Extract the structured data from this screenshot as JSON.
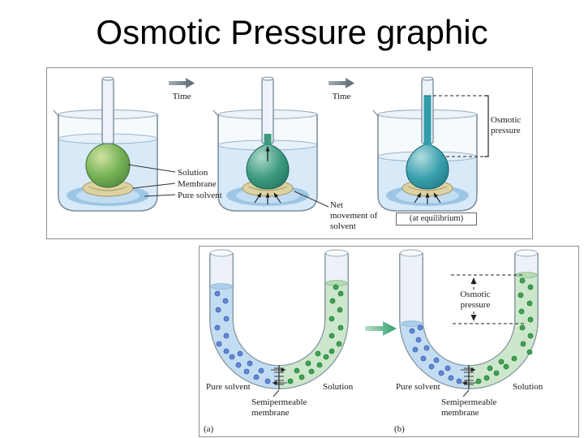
{
  "title": "Osmotic Pressure graphic",
  "top_panel": {
    "time_label_1": "Time",
    "time_label_2": "Time",
    "solution_label": "Solution",
    "membrane_label": "Membrane",
    "pure_solvent_label": "Pure solvent",
    "net_movement_label": "Net movement of solvent",
    "osmotic_pressure_label": "Osmotic pressure",
    "equilibrium_label": "(at equilibrium)"
  },
  "bottom_panel": {
    "tube_a": {
      "pure_solvent_label": "Pure solvent",
      "solution_label": "Solution",
      "membrane_label": "Semipermeable membrane",
      "caption": "(a)"
    },
    "tube_b": {
      "pure_solvent_label": "Pure solvent",
      "solution_label": "Solution",
      "membrane_label": "Semipermeable membrane",
      "osmotic_pressure_label": "Osmotic pressure",
      "caption": "(b)"
    }
  },
  "colors": {
    "solution_green": "#5fa349",
    "solution_teal": "#2f9e8e",
    "solution_teal_blue": "#2f9daa",
    "solvent_blue": "#d8eaf8",
    "membrane_tan": "#dcd2a2",
    "time_arrow_gray": "#6d7a82",
    "transition_arrow_green": "#2f9e6a",
    "solvent_particle_blue": "#6487d6",
    "solute_particle_green": "#3fa353"
  }
}
